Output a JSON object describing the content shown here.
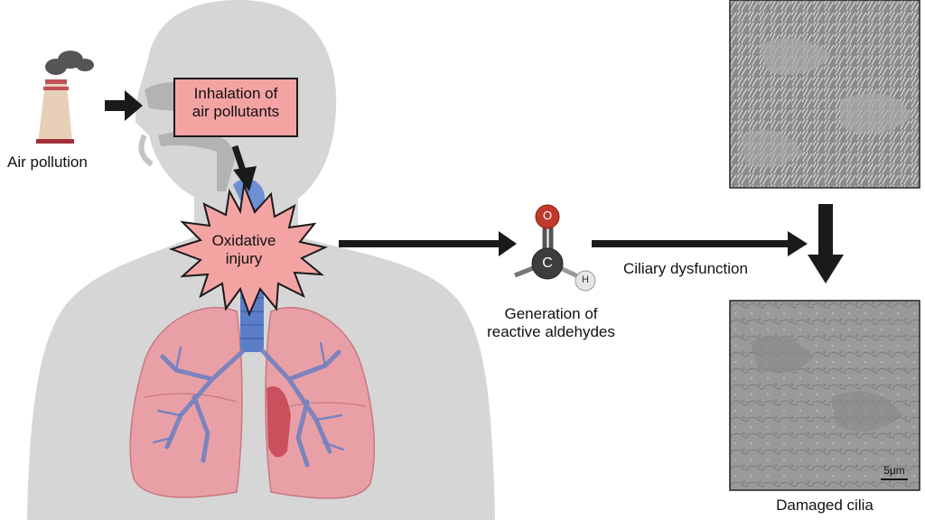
{
  "labels": {
    "source": "Air pollution",
    "inhalation": [
      "Inhalation of",
      "air pollutants"
    ],
    "injury": [
      "Oxidative",
      "injury"
    ],
    "generation": [
      "Generation of",
      "reactive aldehydes"
    ],
    "ciliary": "Ciliary dysfunction",
    "damaged": "Damaged cilia",
    "scale_bar": "5μm"
  },
  "molecule": {
    "atoms": [
      {
        "symbol": "O",
        "color": "#c0392b"
      },
      {
        "symbol": "C",
        "color": "#3d3d3d"
      },
      {
        "symbol": "H",
        "color": "#e6e6e6"
      }
    ]
  },
  "colors": {
    "silhouette": "#d6d6d6",
    "pink_box": "#f4a3a3",
    "lung": "#e8a0a6",
    "bronchi": "#5a7fc8",
    "arrow": "#1a1a1a"
  }
}
